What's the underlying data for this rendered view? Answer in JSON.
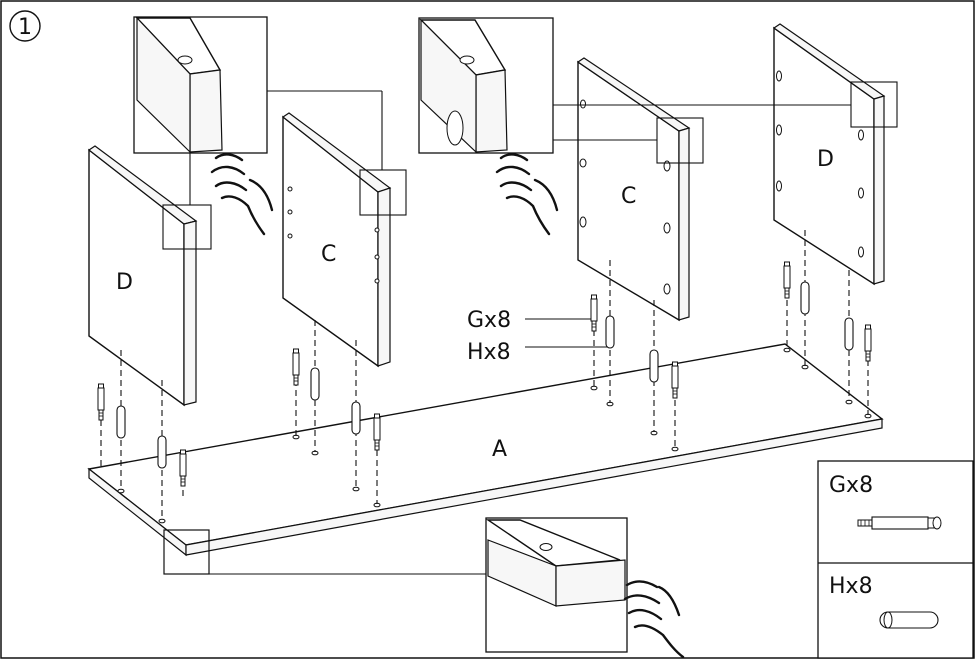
{
  "step": {
    "number": "1"
  },
  "panels": {
    "back_left": "D",
    "front_left": "C",
    "front_right": "C",
    "back_right": "D",
    "base": "A"
  },
  "callouts": {
    "g_label": "Gx8",
    "h_label": "Hx8"
  },
  "legend": {
    "g_label": "Gx8",
    "g_icon": "screw-dowel-icon",
    "h_label": "Hx8",
    "h_icon": "wood-dowel-icon"
  },
  "insets": {
    "left_icon": "pointing-hand-icon",
    "right_icon": "pointing-hand-icon",
    "bottom_icon": "pointing-hand-icon"
  }
}
